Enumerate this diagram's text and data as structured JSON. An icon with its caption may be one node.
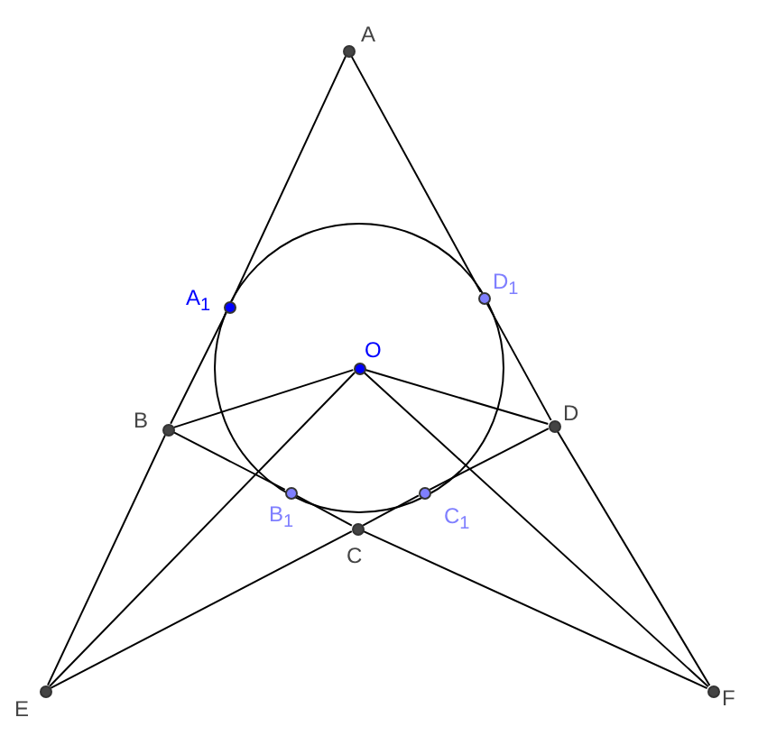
{
  "diagram": {
    "nodes": [
      {
        "text": [],
        "shape": "circle",
        "beside": [
          "A"
        ]
      },
      {
        "text": [],
        "shape": "circle",
        "beside": [
          "A$_{1}$"
        ]
      },
      {
        "text": [],
        "shape": "circle",
        "beside": [
          "D$_{1}$"
        ]
      },
      {
        "text": [],
        "shape": "circle",
        "beside": [
          "O"
        ]
      },
      {
        "text": [],
        "shape": "circle",
        "beside": [
          "B"
        ]
      },
      {
        "text": [],
        "shape": "circle",
        "beside": [
          "D"
        ]
      },
      {
        "text": [],
        "shape": "circle",
        "beside": [
          "B$_{1}$"
        ]
      },
      {
        "text": [],
        "shape": "circle",
        "beside": [
          "C$_{1}$"
        ]
      },
      {
        "text": [],
        "shape": "circle",
        "beside": [
          "C"
        ]
      },
      {
        "text": [],
        "shape": "circle",
        "beside": [
          "E"
        ]
      },
      {
        "text": [],
        "shape": "circle",
        "beside": [
          "F"
        ]
      }
    ],
    "edges": [
      {
        "from": 0,
        "to": 1,
        "arrow": "none"
      },
      {
        "from": 1,
        "to": 4,
        "arrow": "none"
      },
      {
        "from": 4,
        "to": 9,
        "arrow": "none"
      },
      {
        "from": 0,
        "to": 2,
        "arrow": "none"
      },
      {
        "from": 2,
        "to": 5,
        "arrow": "none"
      },
      {
        "from": 5,
        "to": 10,
        "arrow": "none"
      },
      {
        "from": 4,
        "to": 6,
        "arrow": "none"
      },
      {
        "from": 6,
        "to": 8,
        "arrow": "none"
      },
      {
        "from": 8,
        "to": 10,
        "arrow": "none"
      },
      {
        "from": 5,
        "to": 7,
        "arrow": "none"
      },
      {
        "from": 7,
        "to": 8,
        "arrow": "none"
      },
      {
        "from": 8,
        "to": 9,
        "arrow": "none"
      },
      {
        "from": 3,
        "to": 4,
        "arrow": "none"
      },
      {
        "from": 3,
        "to": 5,
        "arrow": "none"
      },
      {
        "from": 3,
        "to": 9,
        "arrow": "none"
      },
      {
        "from": 3,
        "to": 10,
        "arrow": "none"
      }
    ]
  }
}
